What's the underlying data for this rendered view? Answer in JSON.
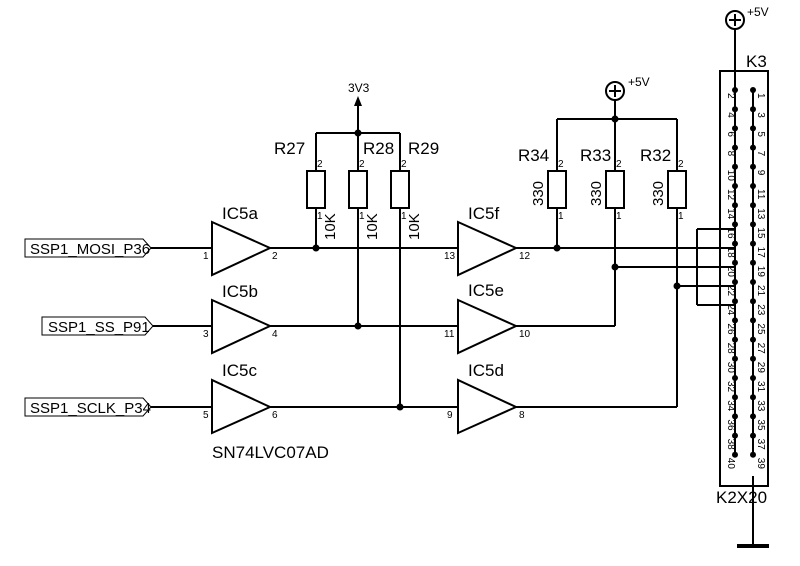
{
  "net_labels": {
    "mosi": "SSP1_MOSI_P36",
    "ss": "SSP1_SS_P91",
    "sclk": "SSP1_SCLK_P34"
  },
  "supplies": {
    "v33": "3V3",
    "v5_top": "+5V",
    "v5_mid": "+5V"
  },
  "buffers": {
    "a": {
      "name": "IC5a",
      "pin_in": "1",
      "pin_out": "2"
    },
    "b": {
      "name": "IC5b",
      "pin_in": "3",
      "pin_out": "4"
    },
    "c": {
      "name": "IC5c",
      "pin_in": "5",
      "pin_out": "6"
    },
    "f": {
      "name": "IC5f",
      "pin_in": "13",
      "pin_out": "12"
    },
    "e": {
      "name": "IC5e",
      "pin_in": "11",
      "pin_out": "10"
    },
    "d": {
      "name": "IC5d",
      "pin_in": "9",
      "pin_out": "8"
    },
    "part": "SN74LVC07AD"
  },
  "resistors": {
    "r27": {
      "name": "R27",
      "value": "10K",
      "p2": "2",
      "p1": "1"
    },
    "r28": {
      "name": "R28",
      "value": "10K",
      "p2": "2",
      "p1": "1"
    },
    "r29": {
      "name": "R29",
      "value": "10K",
      "p2": "2",
      "p1": "1"
    },
    "r34": {
      "name": "R34",
      "value": "330",
      "p2": "2",
      "p1": "1"
    },
    "r33": {
      "name": "R33",
      "value": "330",
      "p2": "2",
      "p1": "1"
    },
    "r32": {
      "name": "R32",
      "value": "330",
      "p2": "2",
      "p1": "1"
    }
  },
  "connector": {
    "name": "K3",
    "type": "K2X20",
    "left_pins": [
      "2",
      "4",
      "6",
      "8",
      "10",
      "12",
      "14",
      "16",
      "18",
      "20",
      "22",
      "24",
      "26",
      "28",
      "30",
      "32",
      "34",
      "36",
      "38",
      "40"
    ],
    "right_pins": [
      "1",
      "3",
      "5",
      "7",
      "9",
      "11",
      "13",
      "15",
      "17",
      "19",
      "21",
      "23",
      "25",
      "27",
      "29",
      "31",
      "33",
      "35",
      "37",
      "39"
    ]
  }
}
